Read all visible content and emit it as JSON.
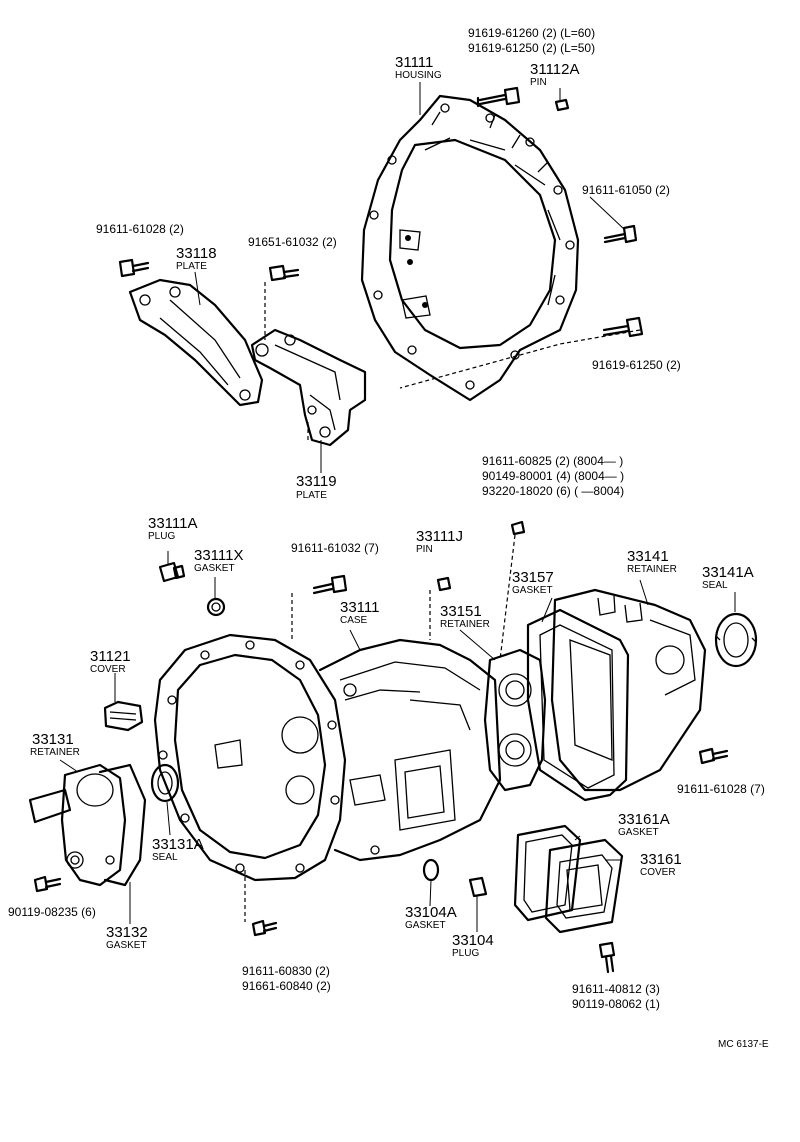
{
  "labels": {
    "bolt_61260": "91619-61260 (2) (L=60)",
    "bolt_61250a": "91619-61250 (2) (L=50)",
    "housing_num": "31111",
    "housing_name": "HOUSING",
    "pin_112a_num": "31112A",
    "pin_112a_name": "PIN",
    "bolt_61050": "91611-61050 (2)",
    "bolt_61028a": "91611-61028 (2)",
    "plate_118_num": "33118",
    "plate_118_name": "PLATE",
    "bolt_61032a": "91651-61032 (2)",
    "bolt_61250b": "91619-61250 (2)",
    "plate_119_num": "33119",
    "plate_119_name": "PLATE",
    "bolt_60825": "91611-60825 (2) (8004—      )",
    "bolt_80001": "90149-80001 (4) (8004—      )",
    "washer_18020": "93220-18020 (6) (        —8004)",
    "plug_111a_num": "33111A",
    "plug_111a_name": "PLUG",
    "gasket_111x_num": "33111X",
    "gasket_111x_name": "GASKET",
    "bolt_61032b": "91611-61032 (7)",
    "pin_111j_num": "33111J",
    "pin_111j_name": "PIN",
    "ret_141_num": "33141",
    "ret_141_name": "RETAINER",
    "seal_141a_num": "33141A",
    "seal_141a_name": "SEAL",
    "gasket_157_num": "33157",
    "gasket_157_name": "GASKET",
    "case_num": "33111",
    "case_name": "CASE",
    "ret_151_num": "33151",
    "ret_151_name": "RETAINER",
    "cover_121_num": "31121",
    "cover_121_name": "COVER",
    "ret_131_num": "33131",
    "ret_131_name": "RETAINER",
    "seal_131a_num": "33131A",
    "seal_131a_name": "SEAL",
    "bolt_61028b": "91611-61028 (7)",
    "gasket_161a_num": "33161A",
    "gasket_161a_name": "GASKET",
    "cover_161_num": "33161",
    "cover_161_name": "COVER",
    "bolt_08235": "90119-08235 (6)",
    "gasket_132_num": "33132",
    "gasket_132_name": "GASKET",
    "gasket_104a_num": "33104A",
    "gasket_104a_name": "GASKET",
    "plug_104_num": "33104",
    "plug_104_name": "PLUG",
    "bolt_60830": "91611-60830 (2)",
    "bolt_60840": "91661-60840 (2)",
    "bolt_40812": "91611-40812 (3)",
    "bolt_08062": "90119-08062 (1)",
    "ref_code": "MC 6137-E"
  }
}
